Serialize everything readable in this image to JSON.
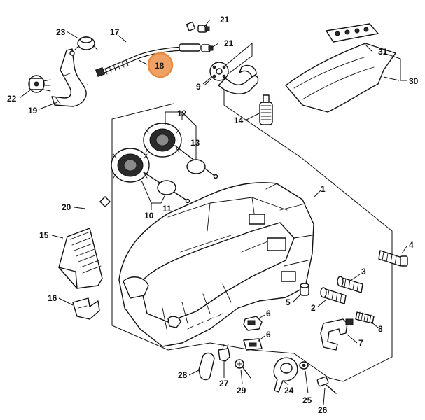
{
  "callouts": {
    "c1": "1",
    "c2": "2",
    "c3": "3",
    "c4": "4",
    "c5": "5",
    "c6a": "6",
    "c6b": "6",
    "c7": "7",
    "c8": "8",
    "c9": "9",
    "c10": "10",
    "c11": "11",
    "c12": "12",
    "c13": "13",
    "c14": "14",
    "c15": "15",
    "c16": "16",
    "c17": "17",
    "c18": "18",
    "c19": "19",
    "c20": "20",
    "c21a": "21",
    "c21b": "21",
    "c22": "22",
    "c23": "23",
    "c24": "24",
    "c25": "25",
    "c26": "26",
    "c27": "27",
    "c28": "28",
    "c29": "29",
    "c30": "30",
    "c31": "31"
  },
  "highlight": {
    "callout": "18",
    "color": "#f0a266",
    "ring": "#e8893f"
  }
}
